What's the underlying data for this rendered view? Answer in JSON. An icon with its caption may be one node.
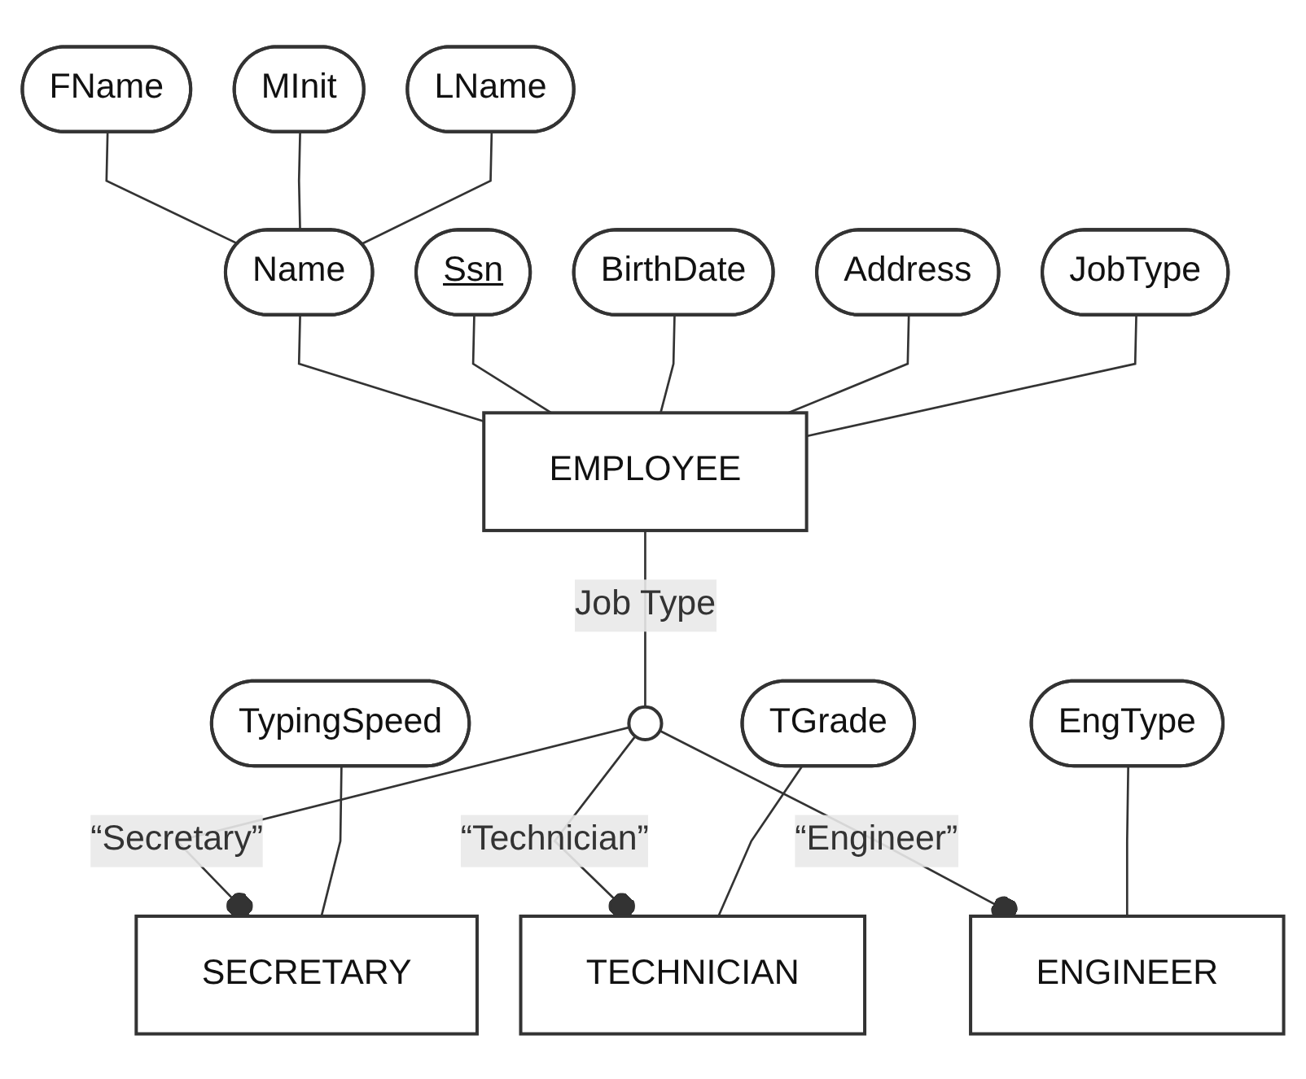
{
  "diagram": {
    "nodes": [
      {
        "text": [
          "FName"
        ]
      },
      {
        "text": [
          "MInit"
        ]
      },
      {
        "text": [
          "LName"
        ]
      },
      {
        "text": [
          "Name"
        ]
      },
      {
        "text": [
          "Ssn"
        ]
      },
      {
        "text": [
          "BirthDate"
        ]
      },
      {
        "text": [
          "Address"
        ]
      },
      {
        "text": [
          "JobType"
        ]
      },
      {
        "text": [
          "EMPLOYEE"
        ]
      },
      {
        "text": [],
        "shape": "circle"
      },
      {
        "text": [
          "TypingSpeed"
        ]
      },
      {
        "text": [
          "TGrade"
        ]
      },
      {
        "text": [
          "EngType"
        ]
      },
      {
        "text": [
          "SECRETARY"
        ]
      },
      {
        "text": [
          "TECHNICIAN"
        ]
      },
      {
        "text": [
          "ENGINEER"
        ]
      }
    ],
    "edges": [
      {
        "from": 0,
        "to": 3,
        "arrow": "none"
      },
      {
        "from": 1,
        "to": 3,
        "arrow": "none"
      },
      {
        "from": 2,
        "to": 3,
        "arrow": "none"
      },
      {
        "from": 3,
        "to": 8,
        "arrow": "none"
      },
      {
        "from": 4,
        "to": 8,
        "arrow": "none"
      },
      {
        "from": 5,
        "to": 8,
        "arrow": "none"
      },
      {
        "from": 6,
        "to": 8,
        "arrow": "none"
      },
      {
        "from": 7,
        "to": 8,
        "arrow": "none"
      },
      {
        "from": 8,
        "to": 9,
        "arrow": "none",
        "label": "Job Type"
      },
      {
        "from": 9,
        "to": 13,
        "arrow": "other",
        "label": "“Secretary”"
      },
      {
        "from": 9,
        "to": 14,
        "arrow": "other",
        "label": "“Technician”"
      },
      {
        "from": 9,
        "to": 15,
        "arrow": "other",
        "label": "“Engineer”"
      },
      {
        "from": 10,
        "to": 13,
        "arrow": "none"
      },
      {
        "from": 11,
        "to": 14,
        "arrow": "none"
      },
      {
        "from": 12,
        "to": 15,
        "arrow": "none"
      }
    ]
  }
}
